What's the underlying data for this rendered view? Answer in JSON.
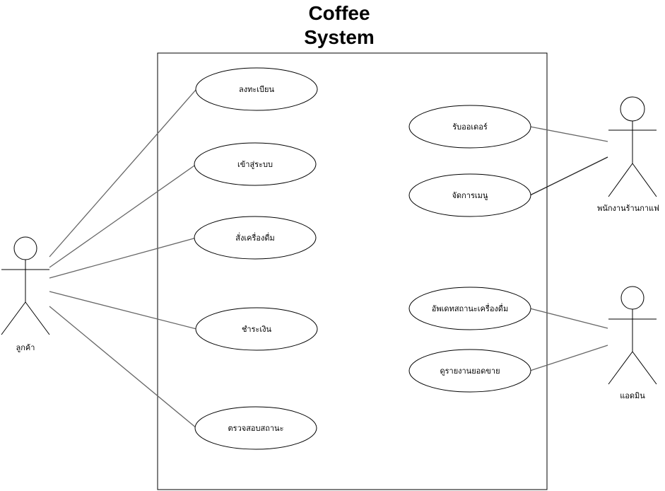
{
  "diagram": {
    "title_line1": "Coffee",
    "title_line2": "System",
    "actors": [
      {
        "id": "customer",
        "label": "ลูกค้า"
      },
      {
        "id": "staff",
        "label": "พนักงานร้านกาแฟ"
      },
      {
        "id": "admin",
        "label": "แอดมิน"
      }
    ],
    "use_cases": [
      {
        "id": "register",
        "label": "ลงทะเบียน"
      },
      {
        "id": "login",
        "label": "เข้าสู่ระบบ"
      },
      {
        "id": "order",
        "label": "สั่งเครื่องดื่ม"
      },
      {
        "id": "pay",
        "label": "ชำระเงิน"
      },
      {
        "id": "status",
        "label": "ตรวจสอบสถานะ"
      },
      {
        "id": "receive",
        "label": "รับออเดอร์"
      },
      {
        "id": "menu",
        "label": "จัดการเมนู"
      },
      {
        "id": "update",
        "label": "อัพเดทสถานะเครื่องดื่ม"
      },
      {
        "id": "report",
        "label": "ดูรายงานยอดขาย"
      }
    ],
    "associations": [
      [
        "customer",
        "register"
      ],
      [
        "customer",
        "login"
      ],
      [
        "customer",
        "order"
      ],
      [
        "customer",
        "pay"
      ],
      [
        "customer",
        "status"
      ],
      [
        "staff",
        "receive"
      ],
      [
        "staff",
        "menu"
      ],
      [
        "admin",
        "update"
      ],
      [
        "admin",
        "report"
      ]
    ]
  }
}
